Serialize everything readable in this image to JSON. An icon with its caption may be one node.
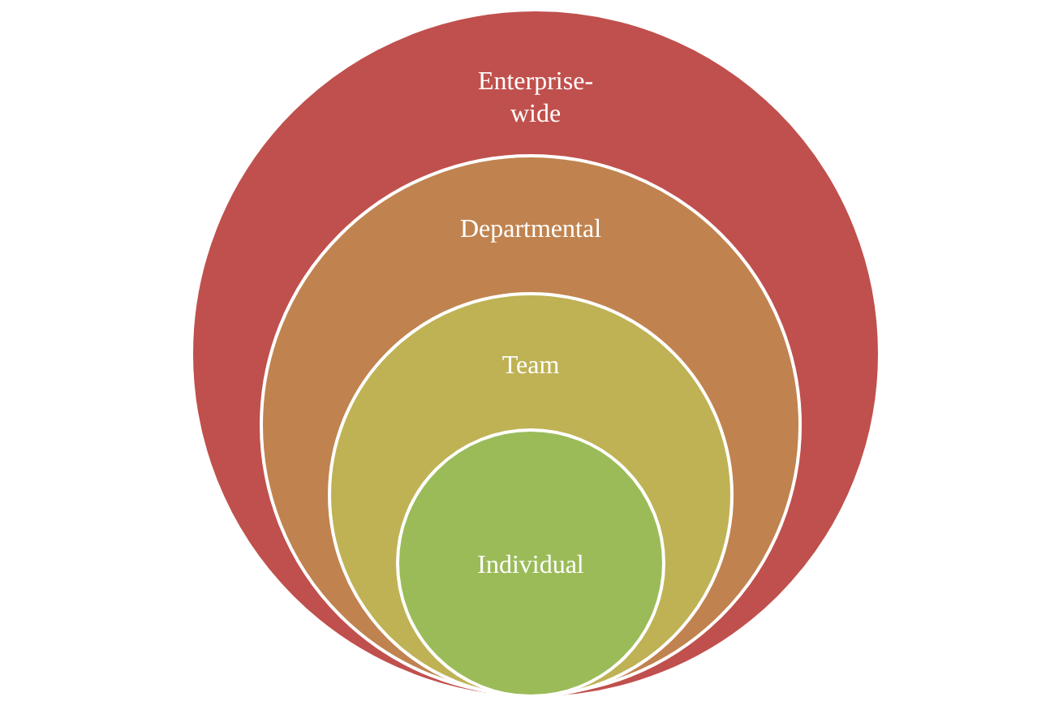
{
  "diagram": {
    "nodes": [
      {
        "text": [
          "Enterprise-wide"
        ]
      },
      {
        "text": [
          "Departmental"
        ],
        "in": 0
      },
      {
        "text": [
          "Team"
        ],
        "in": 1
      },
      {
        "text": [
          "Individual"
        ],
        "in": 2
      }
    ]
  }
}
